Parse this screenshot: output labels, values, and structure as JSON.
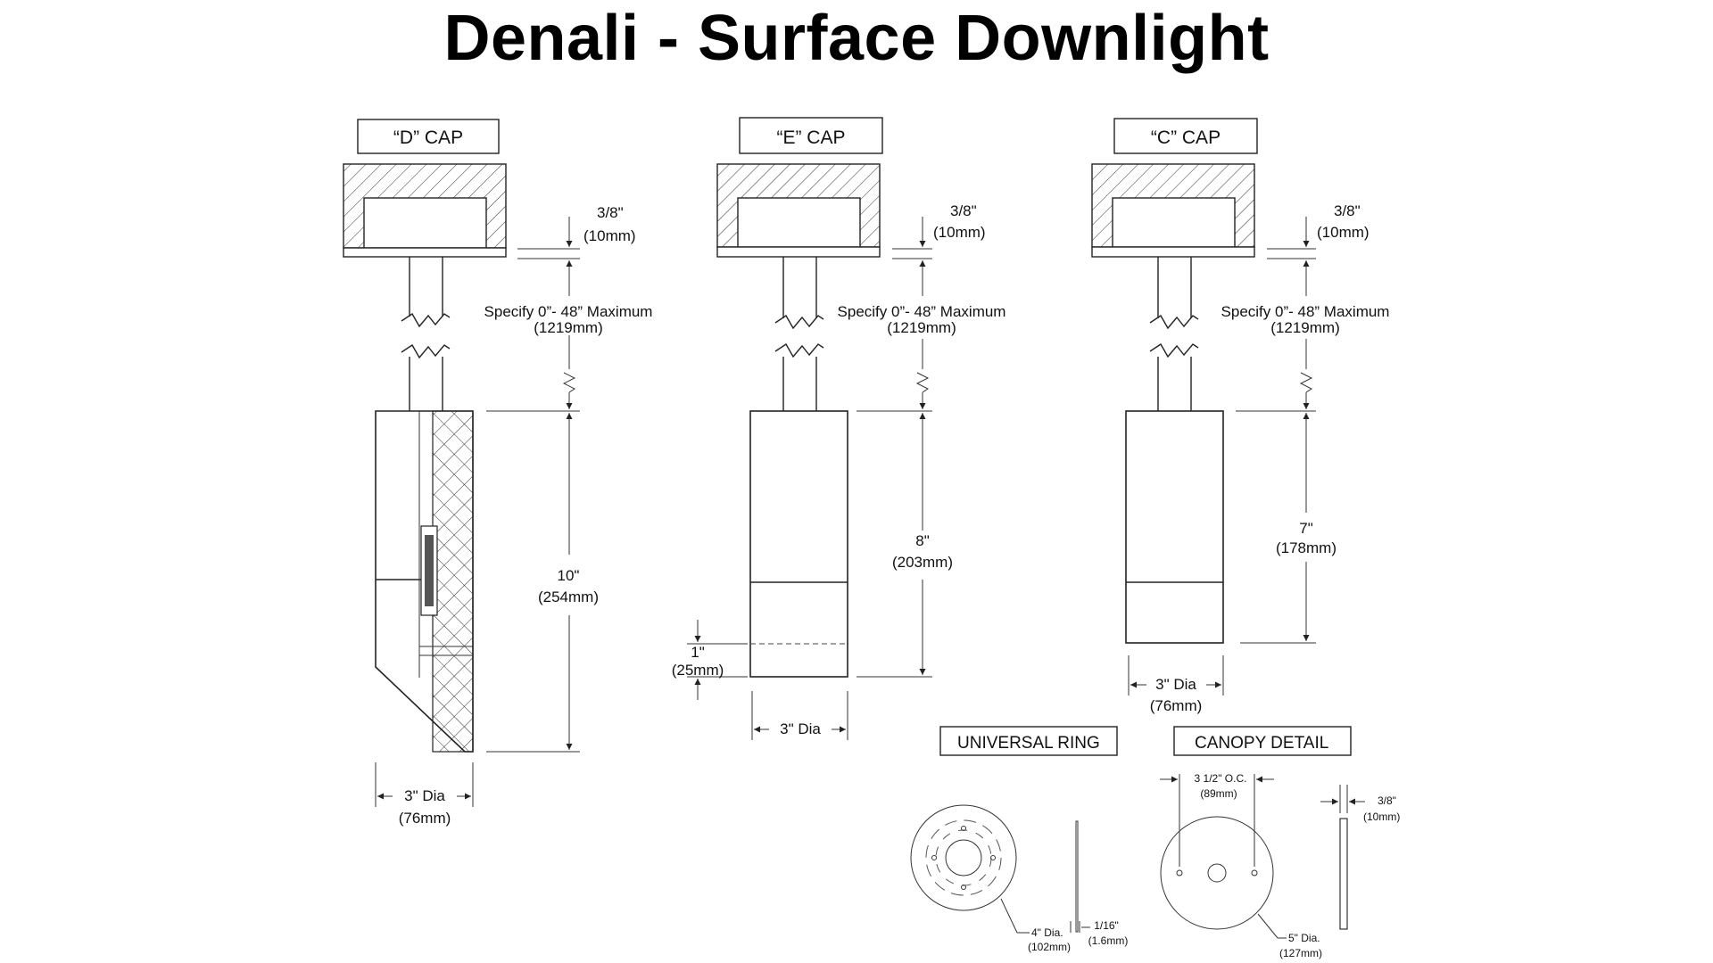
{
  "title": "Denali - Surface Downlight",
  "caps": {
    "d": {
      "label": "“D” CAP",
      "cap_gap": "3/8\"",
      "cap_gap_mm": "(10mm)",
      "stem_spec": "Specify 0”- 48” Maximum",
      "stem_spec_mm": "(1219mm)",
      "height": "10\"",
      "height_mm": "(254mm)",
      "dia": "3\" Dia",
      "dia_mm": "(76mm)"
    },
    "e": {
      "label": "“E” CAP",
      "cap_gap": "3/8\"",
      "cap_gap_mm": "(10mm)",
      "stem_spec": "Specify 0”- 48” Maximum",
      "stem_spec_mm": "(1219mm)",
      "height": "8\"",
      "height_mm": "(203mm)",
      "recess": "1\"",
      "recess_mm": "(25mm)",
      "dia": "3\" Dia"
    },
    "c": {
      "label": "“C” CAP",
      "cap_gap": "3/8\"",
      "cap_gap_mm": "(10mm)",
      "stem_spec": "Specify 0”- 48” Maximum",
      "stem_spec_mm": "(1219mm)",
      "height": "7\"",
      "height_mm": "(178mm)",
      "dia": "3\" Dia",
      "dia_mm": "(76mm)"
    }
  },
  "universal_ring": {
    "label": "UNIVERSAL RING",
    "dia": "4\" Dia.",
    "dia_mm": "(102mm)",
    "thickness": "1/16\"",
    "thickness_mm": "(1.6mm)"
  },
  "canopy_detail": {
    "label": "CANOPY DETAIL",
    "oc": "3 1/2\" O.C.",
    "oc_mm": "(89mm)",
    "thickness": "3/8\"",
    "thickness_mm": "(10mm)",
    "dia": "5\" Dia.",
    "dia_mm": "(127mm)"
  }
}
